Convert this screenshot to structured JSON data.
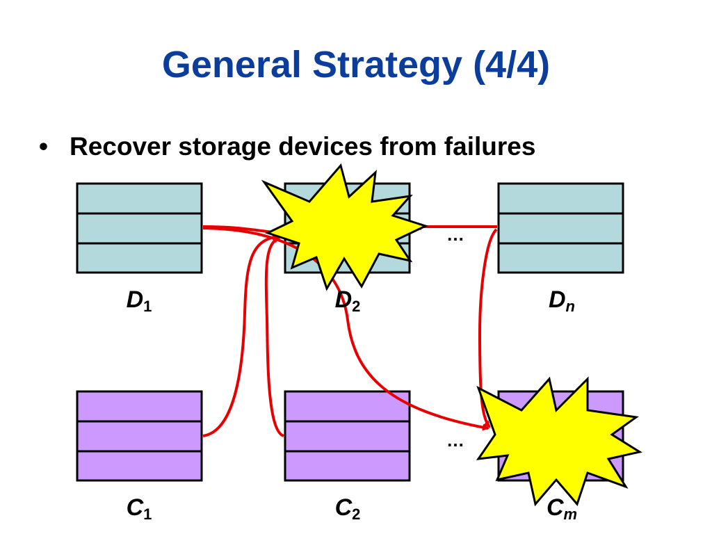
{
  "title": "General Strategy (4/4)",
  "bullet": {
    "marker": "•",
    "text": "Recover storage devices from failures"
  },
  "colors": {
    "title": "#0b3d9c",
    "data_device_fill": "#b3d9dc",
    "check_device_fill": "#cc99ff",
    "arrow": "#e60000",
    "explosion_fill": "#ffff00"
  },
  "devices": {
    "data": [
      {
        "letter": "D",
        "sub": "1",
        "failed": false
      },
      {
        "letter": "D",
        "sub": "2",
        "failed": true
      },
      {
        "letter": "D",
        "sub": "n",
        "failed": false
      }
    ],
    "check": [
      {
        "letter": "C",
        "sub": "1",
        "failed": false
      },
      {
        "letter": "C",
        "sub": "2",
        "failed": false
      },
      {
        "letter": "C",
        "sub": "m",
        "failed": true
      }
    ]
  },
  "ellipsis": "…",
  "icons": {
    "explosion": "explosion-icon"
  }
}
